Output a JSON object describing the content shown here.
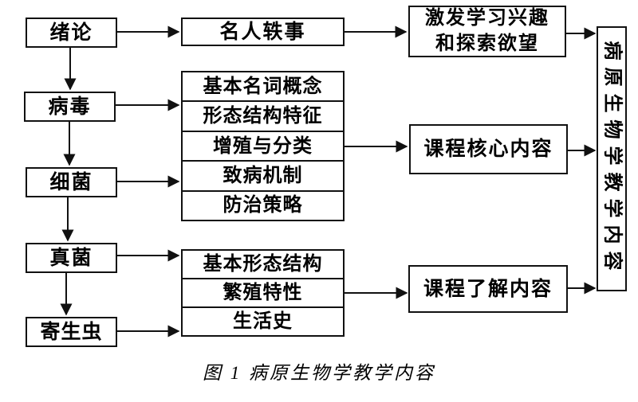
{
  "figure": {
    "caption": "图 1  病原生物学教学内容"
  },
  "nodes": {
    "left": [
      "绪论",
      "病毒",
      "细菌",
      "真菌",
      "寄生虫"
    ],
    "anecdote": "名人轶事",
    "group1": [
      "基本名词概念",
      "形态结构特征",
      "增殖与分类",
      "致病机制",
      "防治策略"
    ],
    "group2": [
      "基本形态结构",
      "繁殖特性",
      "生活史"
    ],
    "inspire_lines": [
      "激发学习兴趣",
      "和探索欲望"
    ],
    "core": "课程核心内容",
    "understand": "课程了解内容",
    "summary": "病原生物学教学内容"
  },
  "colors": {
    "line": "#111111",
    "background": "#ffffff",
    "text": "#000000"
  }
}
